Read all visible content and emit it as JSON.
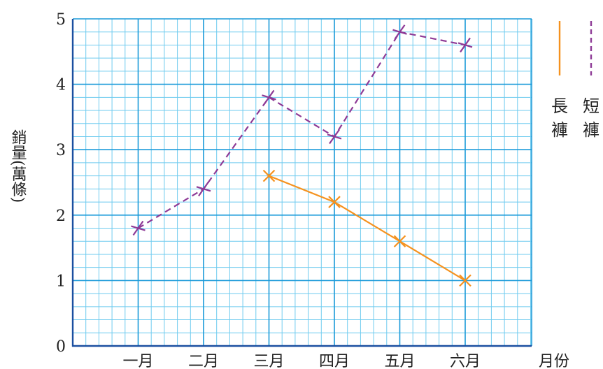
{
  "chart_data": {
    "type": "line",
    "categories": [
      "一月",
      "二月",
      "三月",
      "四月",
      "五月",
      "六月"
    ],
    "xlabel": "月份",
    "ylabel": "銷量(萬條)",
    "ylim": [
      0,
      5
    ],
    "yticks": [
      "0",
      "1",
      "2",
      "3",
      "4",
      "5"
    ],
    "grid": true,
    "legend_position": "right",
    "series": [
      {
        "name": "長褲",
        "color": "#f5921e",
        "dash": "solid",
        "values": [
          null,
          null,
          2.6,
          2.2,
          1.6,
          1.0
        ]
      },
      {
        "name": "短褲",
        "color": "#8e3a96",
        "dash": "dashed",
        "values": [
          1.8,
          2.4,
          3.8,
          3.2,
          4.8,
          4.6
        ]
      }
    ]
  },
  "colors": {
    "grid_minor": "#6fcbef",
    "grid_major": "#1a9ad9",
    "axis": "#1b4fa0"
  }
}
